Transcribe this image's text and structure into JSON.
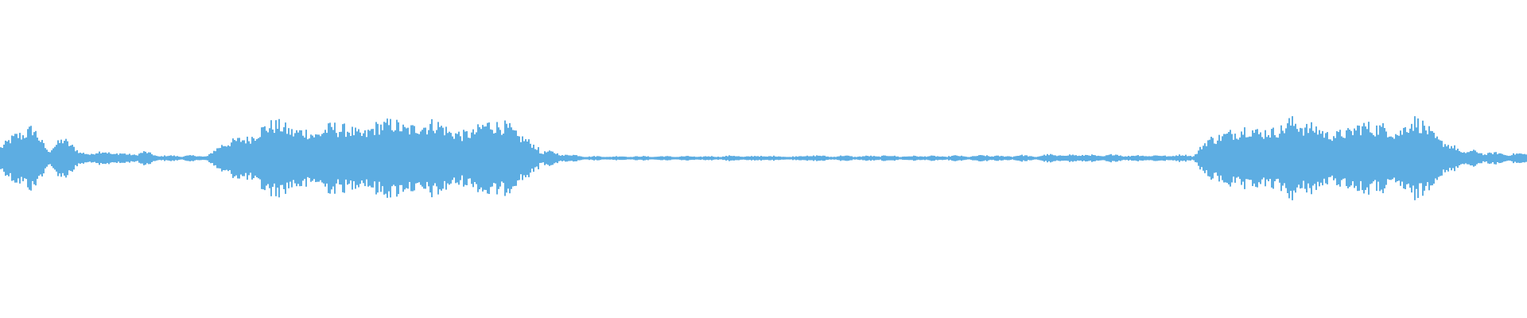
{
  "chart_data": {
    "type": "area",
    "title": "",
    "xlabel": "",
    "ylabel": "",
    "ylim": [
      -1,
      1
    ],
    "grid": false,
    "legend": "none",
    "color": "#5dade2",
    "envelope_amplitude": [
      0.18,
      0.35,
      0.45,
      0.12,
      0.3,
      0.08,
      0.1,
      0.1,
      0.06,
      0.1,
      0.04,
      0.04,
      0.04,
      0.04,
      0.22,
      0.28,
      0.35,
      0.55,
      0.45,
      0.4,
      0.38,
      0.5,
      0.42,
      0.38,
      0.55,
      0.5,
      0.45,
      0.55,
      0.45,
      0.35,
      0.45,
      0.55,
      0.45,
      0.28,
      0.12,
      0.08,
      0.05,
      0.03,
      0.03,
      0.03,
      0.03,
      0.03,
      0.03,
      0.03,
      0.03,
      0.03,
      0.04,
      0.03,
      0.04,
      0.03,
      0.03,
      0.05,
      0.03,
      0.04,
      0.03,
      0.04,
      0.04,
      0.03,
      0.04,
      0.03,
      0.04,
      0.03,
      0.05,
      0.03,
      0.05,
      0.03,
      0.06,
      0.05,
      0.06,
      0.04,
      0.06,
      0.04,
      0.05,
      0.04,
      0.05,
      0.05,
      0.3,
      0.35,
      0.45,
      0.42,
      0.4,
      0.55,
      0.5,
      0.42,
      0.35,
      0.45,
      0.5,
      0.45,
      0.4,
      0.62,
      0.35,
      0.2,
      0.12,
      0.1,
      0.08,
      0.07
    ]
  }
}
